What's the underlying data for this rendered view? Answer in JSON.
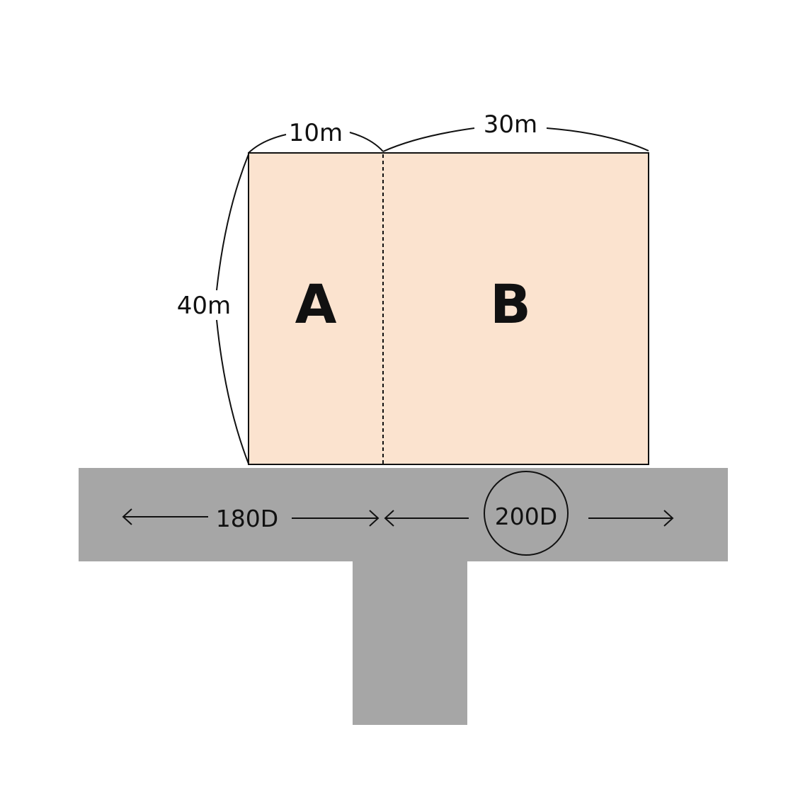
{
  "colors": {
    "lot_fill": "#fbe3cf",
    "road_fill": "#a6a6a6",
    "line": "#111111",
    "background": "#ffffff"
  },
  "lots": {
    "a": {
      "label": "A"
    },
    "b": {
      "label": "B"
    }
  },
  "dimensions": {
    "width_a": "10m",
    "width_b": "30m",
    "depth": "40m"
  },
  "road": {
    "left_value": "180D",
    "right_value": "200D"
  }
}
